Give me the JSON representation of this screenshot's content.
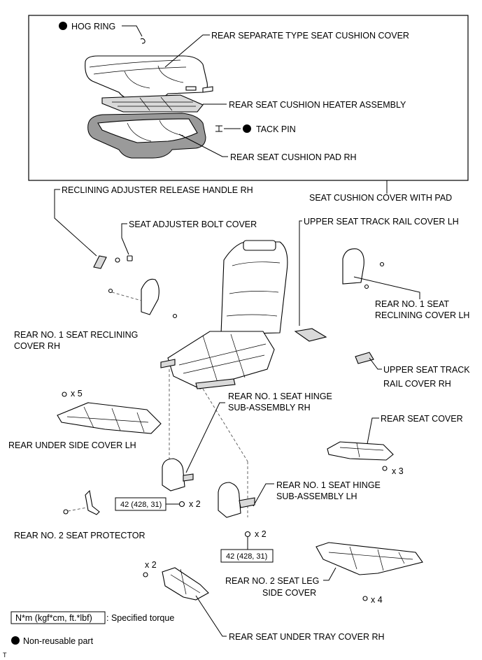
{
  "labels": {
    "hog_ring": "HOG RING",
    "cushion_cover": "REAR SEPARATE TYPE SEAT CUSHION COVER",
    "heater_assembly": "REAR SEAT CUSHION HEATER ASSEMBLY",
    "tack_pin": "TACK PIN",
    "cushion_pad": "REAR SEAT CUSHION PAD RH",
    "cover_with_pad": "SEAT CUSHION COVER WITH PAD",
    "release_handle": "RECLINING ADJUSTER RELEASE HANDLE RH",
    "bolt_cover": "SEAT ADJUSTER BOLT COVER",
    "track_rail_cover_lh": "UPPER SEAT TRACK RAIL COVER LH",
    "reclining_cover_lh_1": "REAR NO. 1 SEAT",
    "reclining_cover_lh_2": "RECLINING COVER LH",
    "reclining_cover_rh_1": "REAR NO. 1 SEAT RECLINING",
    "reclining_cover_rh_2": "COVER RH",
    "track_rail_cover_rh_1": "UPPER SEAT TRACK",
    "track_rail_cover_rh_2": "RAIL COVER RH",
    "qty_x5": "x 5",
    "hinge_rh_1": "REAR NO. 1 SEAT HINGE",
    "hinge_rh_2": "SUB-ASSEMBLY RH",
    "rear_seat_cover": "REAR SEAT COVER",
    "under_side_cover_lh": "REAR UNDER SIDE COVER LH",
    "qty_x3": "x 3",
    "hinge_lh_1": "REAR NO. 1 SEAT HINGE",
    "hinge_lh_2": "SUB-ASSEMBLY LH",
    "torque_1": "42 (428, 31)",
    "qty_x2_a": "x 2",
    "seat_protector": "REAR NO. 2 SEAT PROTECTOR",
    "qty_x2_b": "x 2",
    "torque_2": "42 (428, 31)",
    "qty_x2_c": "x 2",
    "leg_side_cover_1": "REAR NO. 2 SEAT LEG",
    "leg_side_cover_2": "SIDE COVER",
    "qty_x4": "x 4",
    "legend_torque_box": "N*m (kgf*cm, ft.*lbf)",
    "legend_torque_text": ": Specified torque",
    "tray_cover": "REAR SEAT UNDER TRAY COVER RH",
    "legend_nonreusable": "Non-reusable part",
    "corner_mark": "T"
  },
  "icons": {
    "non_reusable_marker": "filled-circle-icon"
  }
}
